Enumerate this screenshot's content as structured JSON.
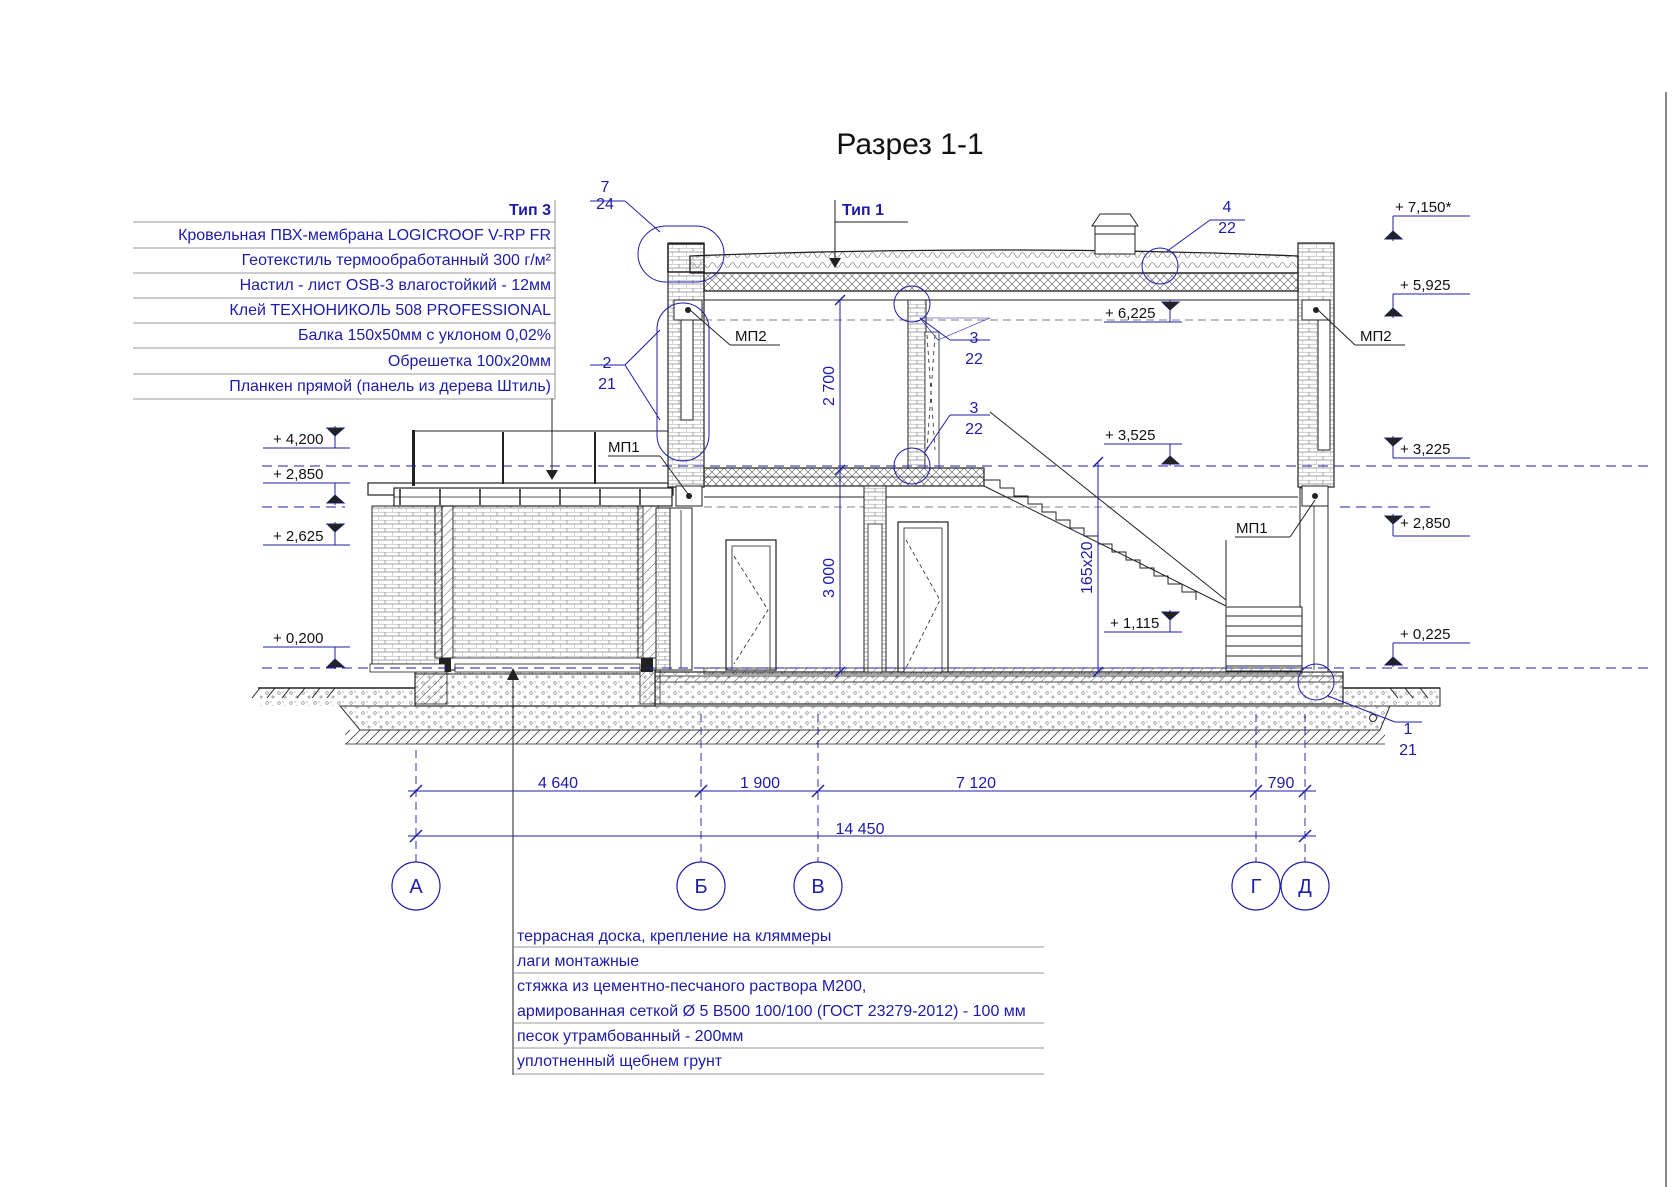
{
  "title": "Разрез 1-1",
  "roof_type_1": "Тип 1",
  "roof_type_3": {
    "heading": "Тип 3",
    "layers": [
      "Кровельная ПВХ-мембрана LOGICROOF V-RP FR",
      "Геотекстиль термообработанный 300 г/м²",
      "Настил - лист OSB-3 влагостойкий - 12мм",
      "Клей ТЕХНОНИКОЛЬ 508 PROFESSIONAL",
      "Балка 150х50мм с уклоном 0,02%",
      "Обрешетка 100х20мм",
      "Планкен прямой (панель из дерева Штиль)"
    ]
  },
  "floor_layers": [
    "террасная доска, крепление на кляммеры",
    "лаги монтажные",
    "стяжка из цементно-песчаного раствора М200,",
    "армированная сеткой Ø 5 В500 100/100 (ГОСТ 23279-2012) - 100 мм",
    "песок утрамбованный - 200мм",
    "уплотненный щебнем грунт"
  ],
  "levels_left": [
    "+ 4,200",
    "+ 2,850",
    "+ 2,625",
    "+ 0,200"
  ],
  "levels_right": [
    "+ 7,150*",
    "+ 5,925",
    "+ 3,225",
    "+ 2,850",
    "+ 0,225"
  ],
  "levels_inner": [
    "+ 6,225",
    "+ 3,525",
    "+ 1,115"
  ],
  "beams": {
    "mp1": "МП1",
    "mp2": "МП2"
  },
  "heights": {
    "upper": "2 700",
    "lower": "3 000",
    "stair": "165х20"
  },
  "callouts": [
    {
      "num": "7",
      "sheet": "24"
    },
    {
      "num": "4",
      "sheet": "22"
    },
    {
      "num": "2",
      "sheet": "21"
    },
    {
      "num": "3",
      "sheet": "22"
    },
    {
      "num": "3",
      "sheet": "22"
    },
    {
      "num": "1",
      "sheet": "21"
    }
  ],
  "dimensions": [
    "4 640",
    "1 900",
    "7 120",
    "790"
  ],
  "total_dimension": "14 450",
  "axes": [
    "А",
    "Б",
    "В",
    "Г",
    "Д"
  ],
  "colors": {
    "annotation": "#1c1ca8",
    "linework": "#222222"
  }
}
